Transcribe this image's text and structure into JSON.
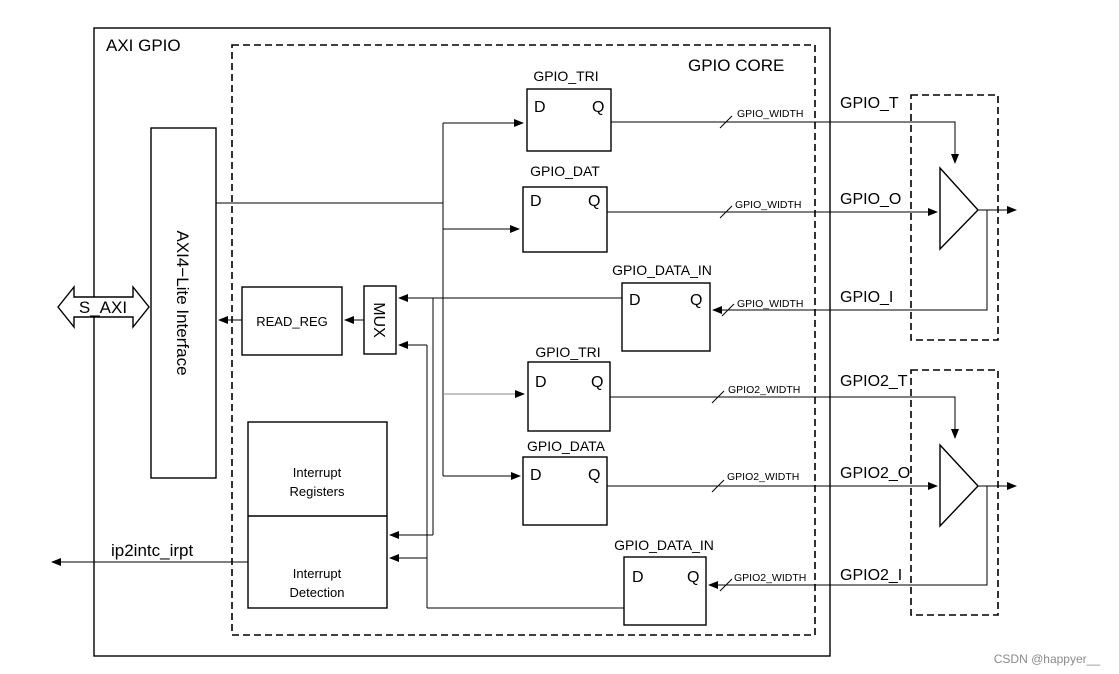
{
  "outer_title": "AXI GPIO",
  "core_title": "GPIO CORE",
  "s_axi": "S_AXI",
  "axi4_lite": "AXI4−Lite Interface",
  "read_reg": "READ_REG",
  "mux": "MUX",
  "interrupt_registers": [
    "Interrupt",
    "Registers"
  ],
  "interrupt_detection": [
    "Interrupt",
    "Detection"
  ],
  "ip2intc": "ip2intc_irpt",
  "registers": {
    "gpio_tri": "GPIO_TRI",
    "gpio_dat": "GPIO_DAT",
    "gpio_data_in": "GPIO_DATA_IN",
    "gpio2_tri": "GPIO_TRI",
    "gpio2_data": "GPIO_DATA",
    "gpio2_data_in": "GPIO_DATA_IN"
  },
  "flop_d": "D",
  "flop_q": "Q",
  "bus_widths": {
    "ch1_t": "GPIO_WIDTH",
    "ch1_o": "GPIO_WIDTH",
    "ch1_i": "GPIO_WIDTH",
    "ch2_t": "GPIO2_WIDTH",
    "ch2_o": "GPIO2_WIDTH",
    "ch2_i": "GPIO2_WIDTH"
  },
  "signals": {
    "gpio_t": "GPIO_T",
    "gpio_o": "GPIO_O",
    "gpio_i": "GPIO_I",
    "gpio2_t": "GPIO2_T",
    "gpio2_o": "GPIO2_O",
    "gpio2_i": "GPIO2_I"
  },
  "watermark": "CSDN @happyer__"
}
